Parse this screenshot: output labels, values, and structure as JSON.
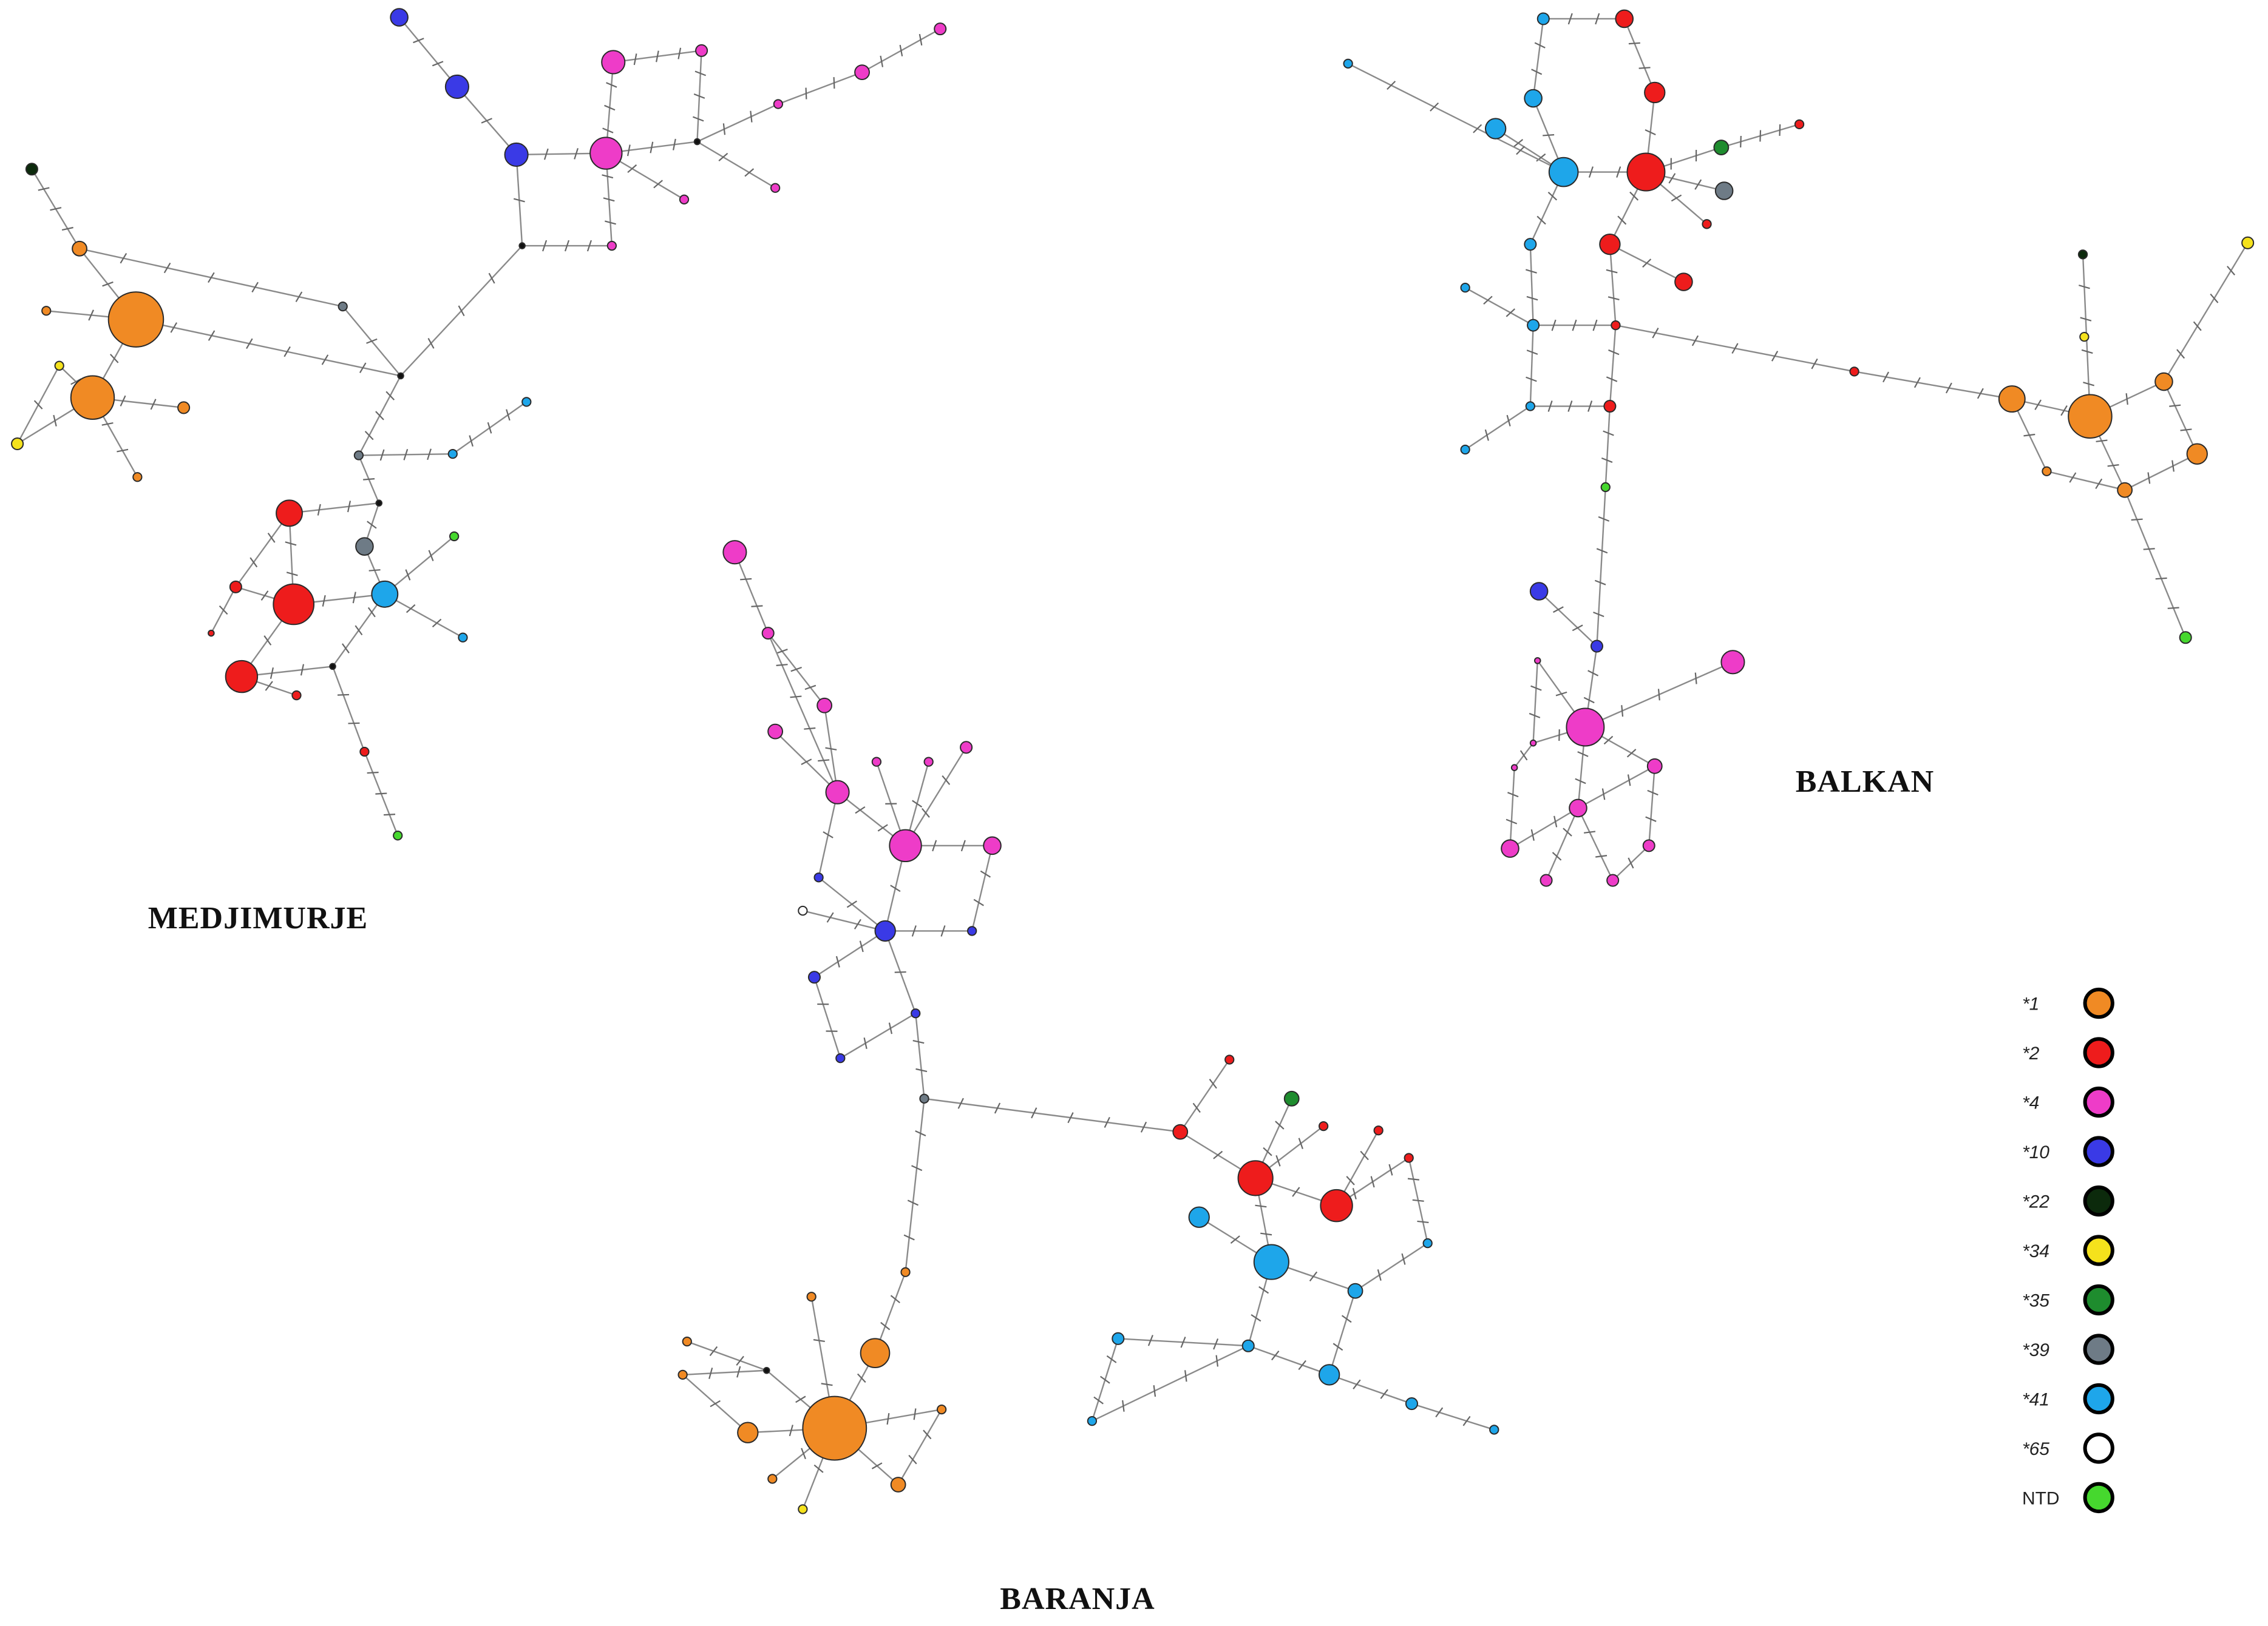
{
  "regions": {
    "medjimurje": "MEDJIMURJE",
    "baranja": "BARANJA",
    "balkan": "BALKAN"
  },
  "legend": [
    {
      "label": "*1",
      "color": "#f08a24"
    },
    {
      "label": "*2",
      "color": "#ee1c1c"
    },
    {
      "label": "*4",
      "color": "#ee3cc8"
    },
    {
      "label": "*10",
      "color": "#3a3ae6"
    },
    {
      "label": "*22",
      "color": "#0c2a0c"
    },
    {
      "label": "*34",
      "color": "#f5e21c"
    },
    {
      "label": "*35",
      "color": "#1e8c2e"
    },
    {
      "label": "*39",
      "color": "#6e7b86"
    },
    {
      "label": "*41",
      "color": "#1ea6ea"
    },
    {
      "label": "*65",
      "color": "#ffffff"
    },
    {
      "label": "NTD",
      "color": "#46d82e"
    }
  ]
}
